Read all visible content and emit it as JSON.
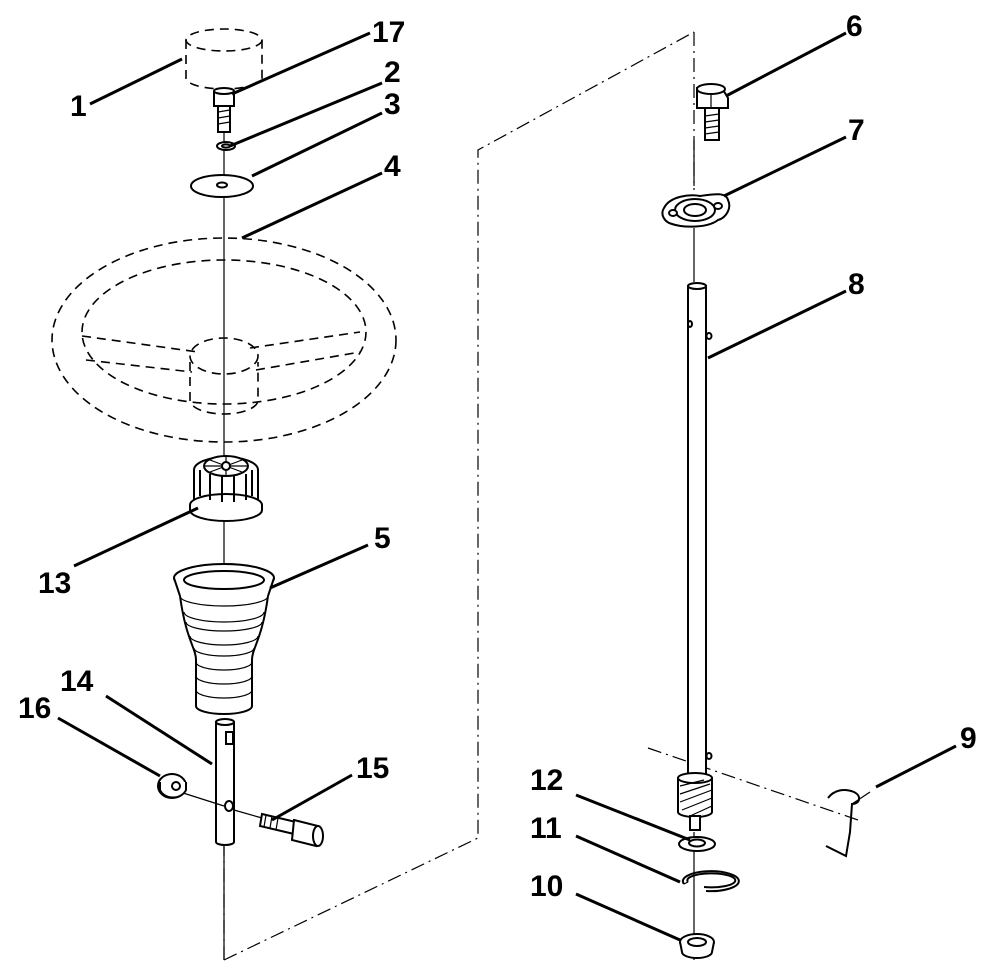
{
  "diagram": {
    "callouts": {
      "c1": "1",
      "c2": "2",
      "c3": "3",
      "c4": "4",
      "c5": "5",
      "c6": "6",
      "c7": "7",
      "c8": "8",
      "c9": "9",
      "c10": "10",
      "c11": "11",
      "c12": "12",
      "c13": "13",
      "c14": "14",
      "c15": "15",
      "c16": "16",
      "c17": "17"
    },
    "colors": {
      "ink": "#000000",
      "paper": "#ffffff"
    }
  }
}
